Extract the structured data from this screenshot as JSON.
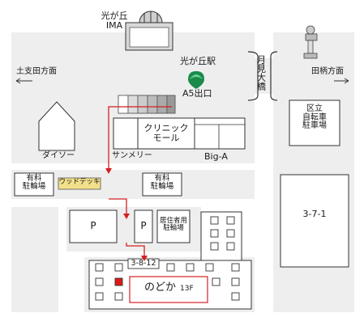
{
  "landmarks": {
    "ima_label": "光が丘\nIMA",
    "station": "光が丘駅",
    "exit": "A5出口",
    "bridge": "月見大橋",
    "west_direction": "土支田方面",
    "east_direction": "田柄方面",
    "ward_bicycle_parking": "区立\n自転車\n駐車場",
    "block_3_7_1": "3-7-1",
    "clinic_mall": "クリニック\nモール",
    "daiso": "ダイソー",
    "sunmeri": "サンメリー",
    "big_a": "Big-A",
    "paid_bicycle_parking_left": "有料\n駐輪場",
    "wood_deck": "ウッドデッキ",
    "paid_bicycle_parking_right": "有料\n駐輪場",
    "parking_p1": "P",
    "parking_p2": "P",
    "resident_bicycle_parking": "居住者用\n駐輪場",
    "block_3_8_12": "3-8-12",
    "nodoka": "のどか",
    "floor": "13F"
  },
  "colors": {
    "route": "#d42020",
    "block_fill": "#eeeeee",
    "station_marker": "#1a8a4a",
    "wood_deck": "#f3e08a",
    "highlight": "#e01818"
  },
  "icons": {
    "ima_building": "domed-building-icon",
    "statue": "statue-icon",
    "station": "station-marker-icon",
    "arrow_west": "arrow-left-icon",
    "arrow_east": "arrow-right-icon"
  }
}
